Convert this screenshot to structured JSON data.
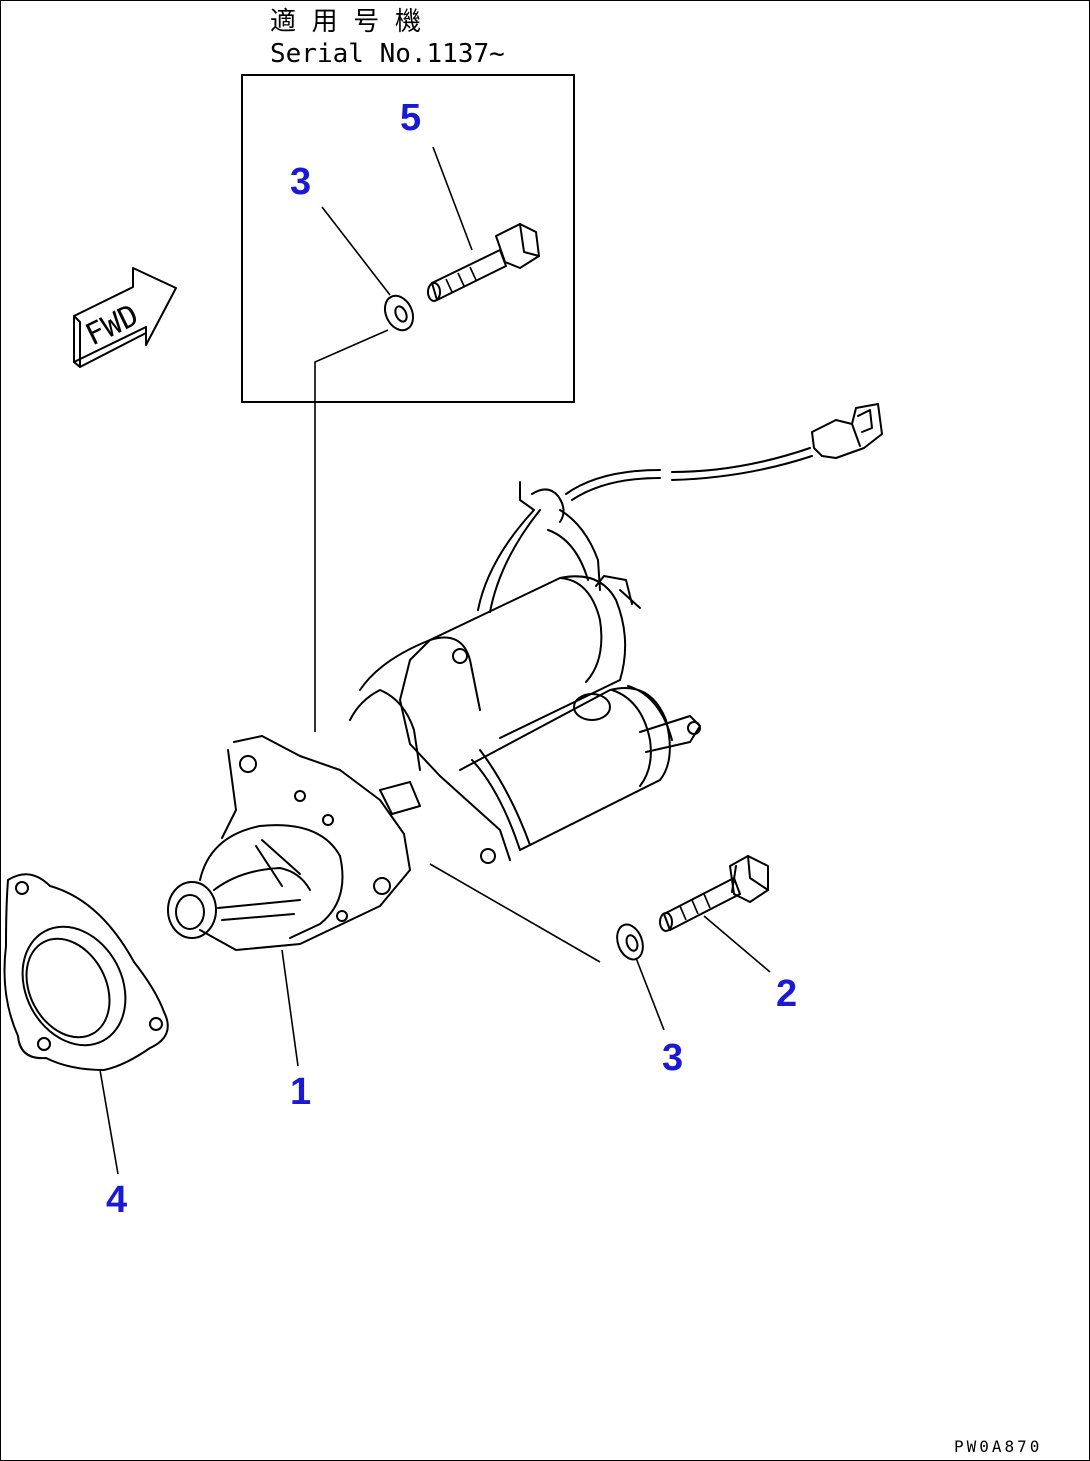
{
  "serial_heading": {
    "jp": "適 用 号 機",
    "serial": "Serial No.1137~"
  },
  "fwd_label": "FWD",
  "callouts": {
    "p5": "5",
    "p3_inset": "3",
    "p2": "2",
    "p3_main": "3",
    "p1": "1",
    "p4": "4"
  },
  "drawing_code": "PW0A870",
  "colors": {
    "callout": "#1a1ad6",
    "line": "#000000"
  }
}
